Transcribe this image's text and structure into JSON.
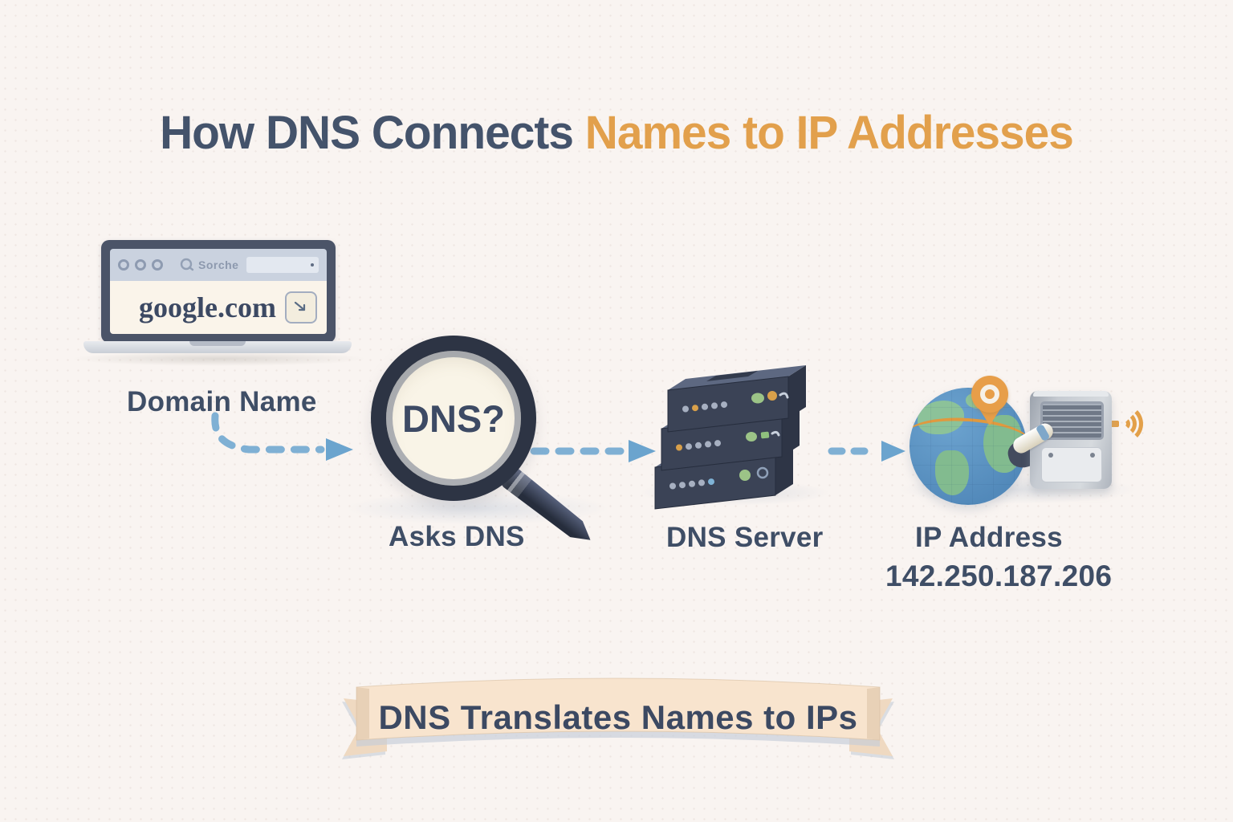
{
  "title": {
    "part1": "How DNS Connects ",
    "part2": "Names to IP Addresses"
  },
  "laptop": {
    "browser_search_label": "Sorche",
    "url": "google.com"
  },
  "flow": {
    "domain": {
      "label": "Domain Name"
    },
    "query": {
      "label": "Asks DNS",
      "lens_text": "DNS?"
    },
    "server": {
      "label": "DNS Server"
    },
    "result": {
      "label": "IP Address",
      "ip": "142.250.187.206"
    }
  },
  "banner": {
    "text": "DNS Translates Names to IPs"
  },
  "colors": {
    "heading_dark": "#44536b",
    "heading_orange": "#e2a04c",
    "label_dark": "#3f4e66",
    "arrow_blue": "#7fb0d4",
    "pin_orange": "#e79e49",
    "ribbon_beige": "#f8e4ce",
    "globe_blue": "#5e96c5",
    "continent_green": "#82bb8f",
    "server_slate": "#3b4356"
  }
}
